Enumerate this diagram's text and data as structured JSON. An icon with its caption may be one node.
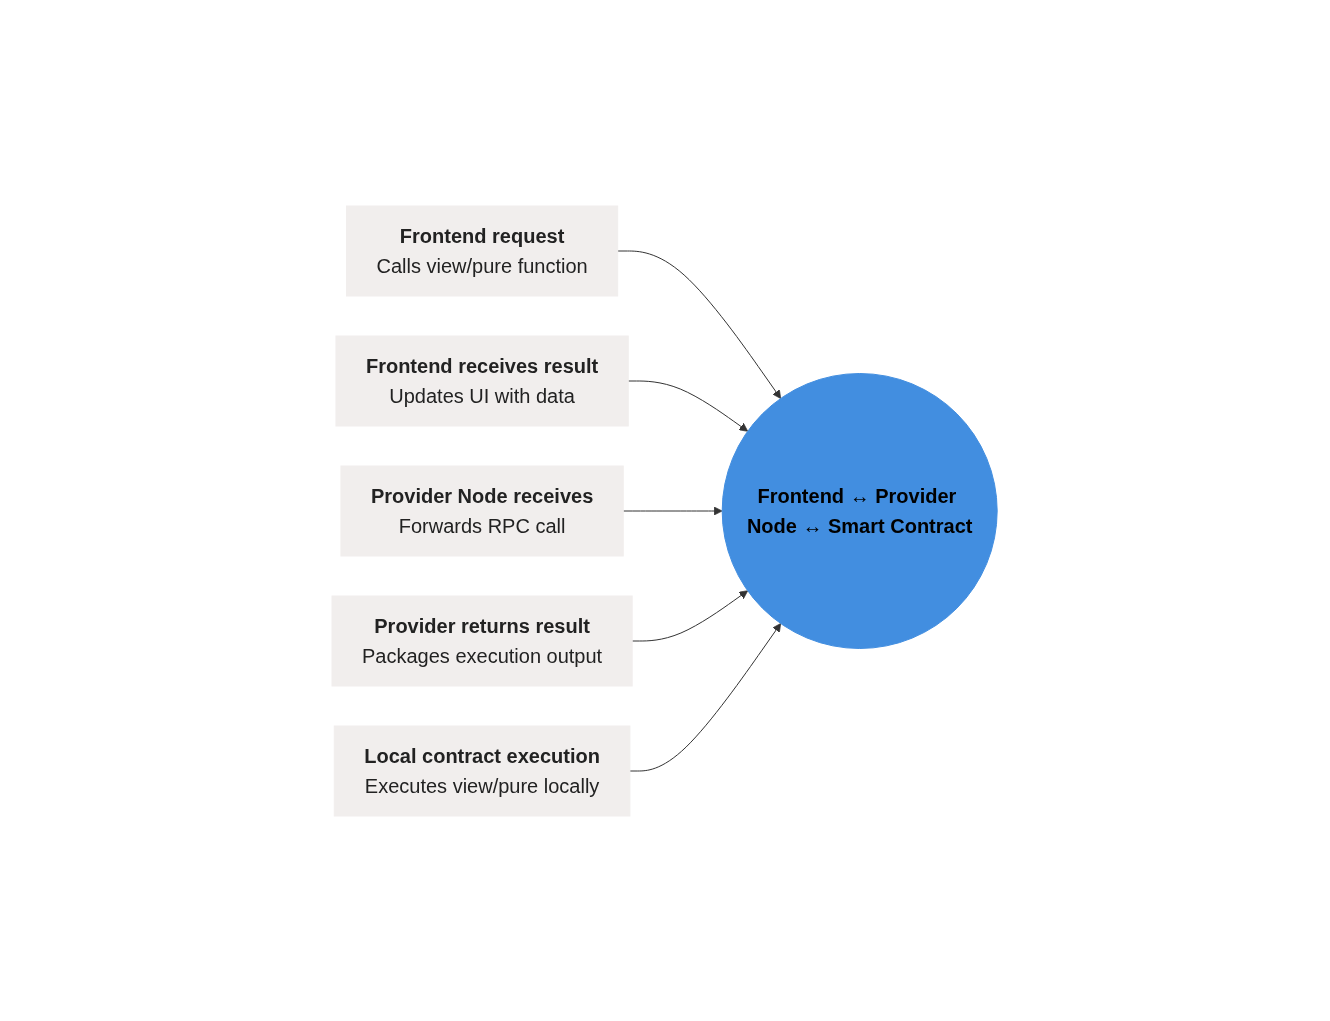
{
  "diagram": {
    "nodes": [
      {
        "text": [
          "Frontend request",
          "Calls view/pure function"
        ]
      },
      {
        "text": [
          "Frontend receives result",
          "Updates UI with data"
        ]
      },
      {
        "text": [
          "Frontend ↔ Provider Node ↔ Smart Contract"
        ]
      },
      {
        "text": [
          "Provider Node receives",
          "Forwards RPC call"
        ]
      },
      {
        "text": [
          "Provider returns result",
          "Packages execution output"
        ]
      },
      {
        "text": [
          "Local contract execution",
          "Executes view/pure locally"
        ]
      }
    ],
    "edges": [
      {
        "from": 0,
        "to": 2,
        "arrow": "to"
      },
      {
        "from": 1,
        "to": 2,
        "arrow": "to"
      },
      {
        "from": 3,
        "to": 2,
        "arrow": "to"
      },
      {
        "from": 4,
        "to": 2,
        "arrow": "to"
      },
      {
        "from": 5,
        "to": 2,
        "arrow": "to"
      }
    ]
  }
}
